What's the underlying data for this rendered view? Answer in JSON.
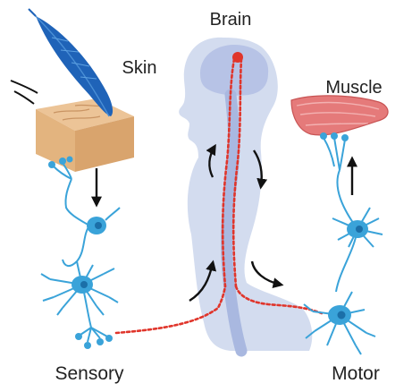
{
  "labels": {
    "brain": "Brain",
    "skin": "Skin",
    "muscle": "Muscle",
    "sensory": "Sensory",
    "motor": "Motor"
  },
  "colors": {
    "body": "#d3dcef",
    "brain": "#b7c3e6",
    "spine": "#a9b8e0",
    "pathway": "#e0352b",
    "neuron": "#3aa3d9",
    "nucleus": "#1b6fa8",
    "feather": "#1f63b8",
    "skin_top": "#ecc497",
    "skin_side": "#d9a46d",
    "muscle": "#e57a7a",
    "arrow": "#111111"
  },
  "icons": [
    "feather-icon",
    "skin-block-icon",
    "muscle-icon",
    "neuron-icon",
    "human-silhouette-icon"
  ]
}
